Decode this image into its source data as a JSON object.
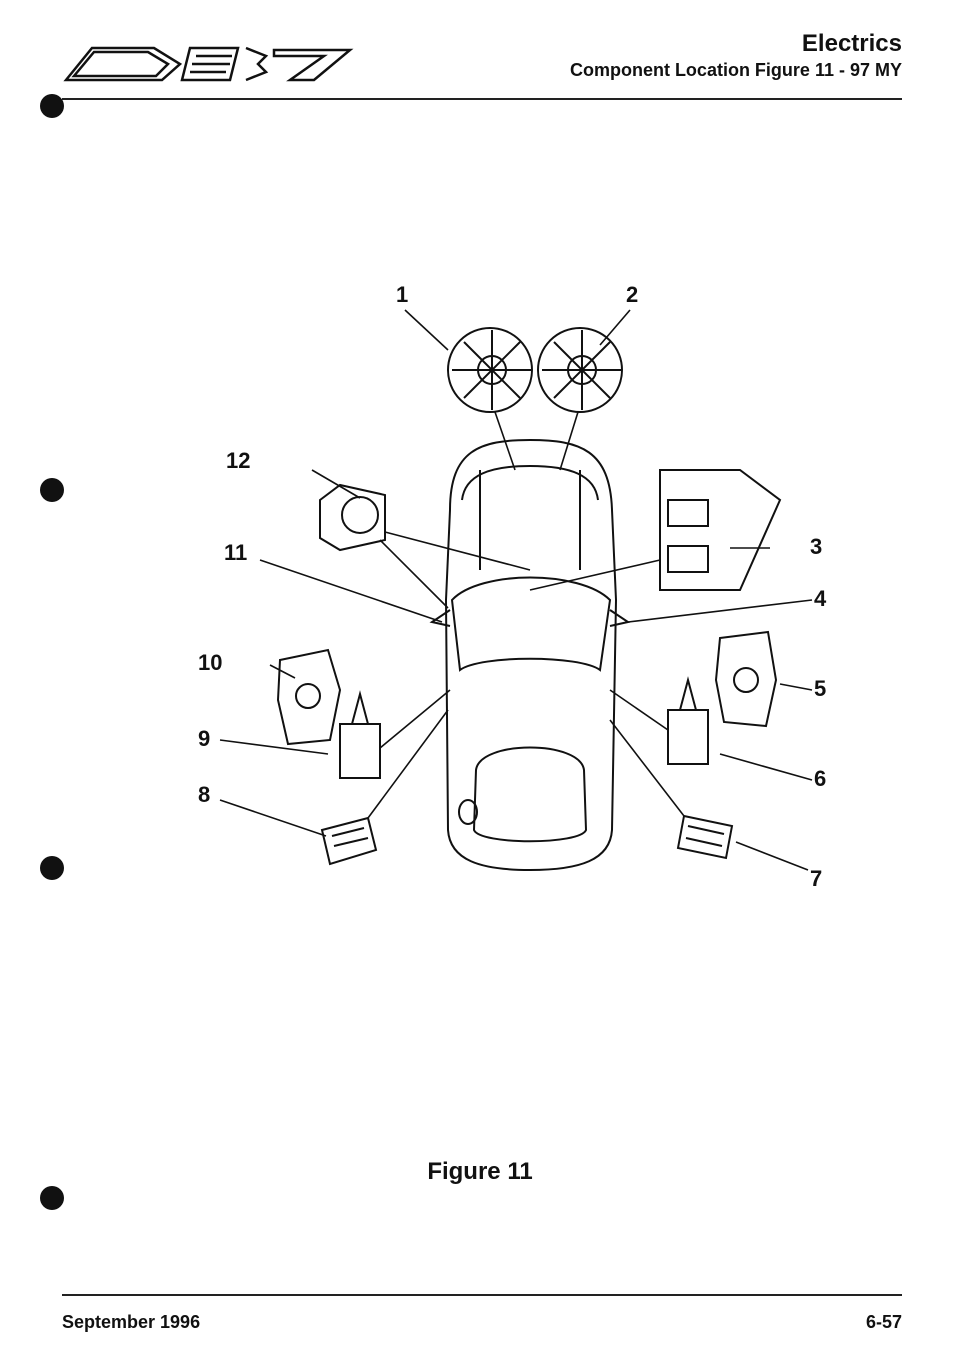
{
  "header": {
    "title": "Electrics",
    "subtitle": "Component Location Figure 11 - 97 MY"
  },
  "figure": {
    "callouts": [
      "1",
      "2",
      "3",
      "4",
      "5",
      "6",
      "7",
      "8",
      "9",
      "10",
      "11",
      "12"
    ],
    "caption": "Figure 11"
  },
  "footer": {
    "date": "September 1996",
    "page": "6-57"
  }
}
